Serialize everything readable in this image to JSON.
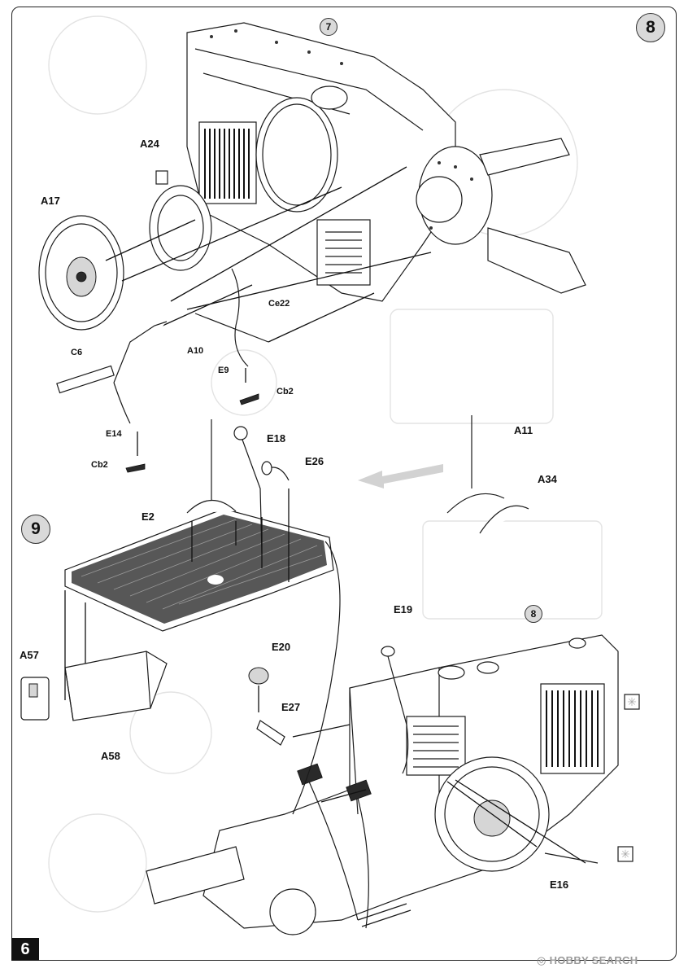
{
  "page": {
    "number": "6",
    "watermark_brand": "HOBBY SEARCH"
  },
  "steps": {
    "step8": {
      "number": "8",
      "reference_step": "7",
      "parts": {
        "A24": "A24",
        "A17": "A17",
        "C6": "C6",
        "A10": "A10",
        "E9": "E9",
        "Ce22": "Ce22",
        "Cb2_upper": "Cb2",
        "E14": "E14",
        "Cb2_lower": "Cb2"
      }
    },
    "step9": {
      "number": "9",
      "reference_step": "8",
      "parts": {
        "E18": "E18",
        "E26": "E26",
        "A11": "A11",
        "A34": "A34",
        "E2": "E2",
        "A57": "A57",
        "A58": "A58",
        "E19": "E19",
        "E20": "E20",
        "E27": "E27",
        "E16": "E16"
      }
    }
  },
  "colors": {
    "badge_fill": "#d9d9d9",
    "line": "#1a1a1a",
    "page_number_bg": "#111111"
  }
}
